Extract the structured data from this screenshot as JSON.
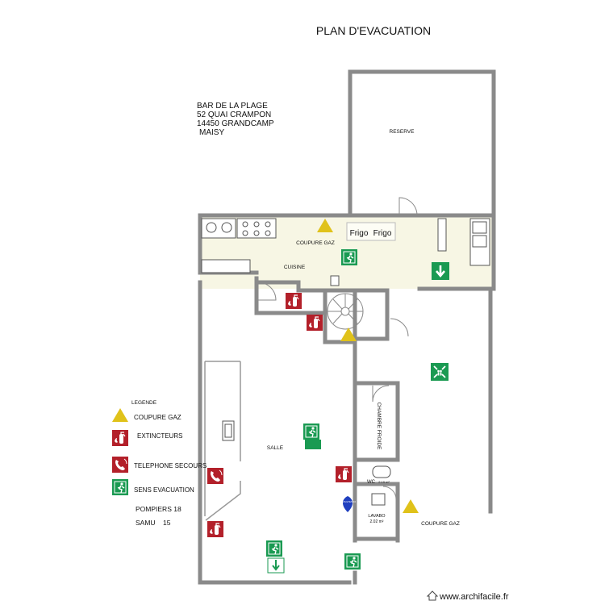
{
  "title": "PLAN D'EVACUATION",
  "address": {
    "line1": "BAR DE LA PLAGE",
    "line2": "52 QUAI CRAMPON",
    "line3": "14450 GRANDCAMP",
    "line4": "MAISY"
  },
  "rooms": {
    "reserve": "RESERVE",
    "cuisine": "CUISINE",
    "salle": "SALLE",
    "chambre_froide": "CHAMBRE FROIDE",
    "wc": "WC",
    "wc_area": "2.19 m²",
    "lavabo": "LAVABO",
    "lavabo_area": "2.02 m²"
  },
  "labels": {
    "coupure_gaz_cuisine": "COUPURE GAZ",
    "coupure_gaz_ext": "COUPURE GAZ",
    "frigo1": "Frigo",
    "frigo2": "Frigo"
  },
  "legend": {
    "heading": "LEGENDE",
    "items": [
      {
        "label": "COUPURE GAZ",
        "icon": "gas-cutoff-triangle"
      },
      {
        "label": "EXTINCTEURS",
        "icon": "fire-extinguisher"
      },
      {
        "label": "TELEPHONE SECOURS",
        "icon": "emergency-phone"
      },
      {
        "label": "SENS EVACUATION",
        "icon": "exit-running-man"
      }
    ],
    "pompiers": "POMPIERS 18",
    "samu": "SAMU    15"
  },
  "marker": "VOUS ETES ICI",
  "watermark": "www.archifacile.fr",
  "colors": {
    "wall": "#8a8a8a",
    "kitchen_floor": "#f7f6e4",
    "safety_red": "#b3202a",
    "safety_green": "#1a9a52",
    "gas_yellow": "#e0c21a",
    "marker_blue": "#1f3fbf"
  }
}
